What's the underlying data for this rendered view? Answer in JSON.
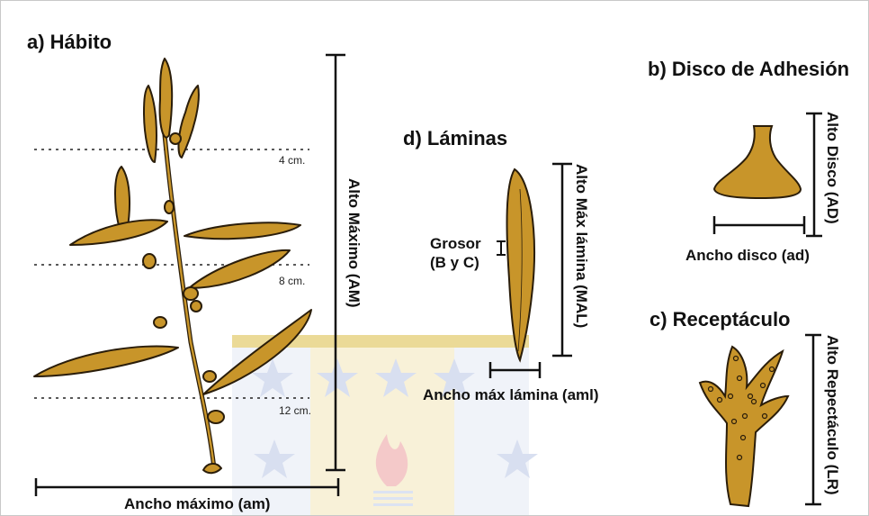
{
  "sections": {
    "a": "a) Hábito",
    "b": "b) Disco de Adhesión",
    "c": "c) Receptáculo",
    "d": "d) Láminas"
  },
  "depth_marks": [
    "4 cm.",
    "8 cm.",
    "12 cm."
  ],
  "measures": {
    "am": "Ancho máximo (am)",
    "AM": "Alto Máximo (AM)",
    "MAL": "Alto Máx lámina (MAL)",
    "aml": "Ancho máx lámina (aml)",
    "grosor_1": "Grosor",
    "grosor_2": "(B y C)",
    "AD": "Alto Disco (AD)",
    "ad": "Ancho disco (ad)",
    "LR": "Alto Repectáculo (LR)"
  },
  "colors": {
    "alga_fill": "#c8952a",
    "alga_stroke": "#2a1d0a",
    "watermark_blue": "#b9c6e6",
    "watermark_gold": "#e9d79c",
    "watermark_flame": "#f0b3b3"
  }
}
